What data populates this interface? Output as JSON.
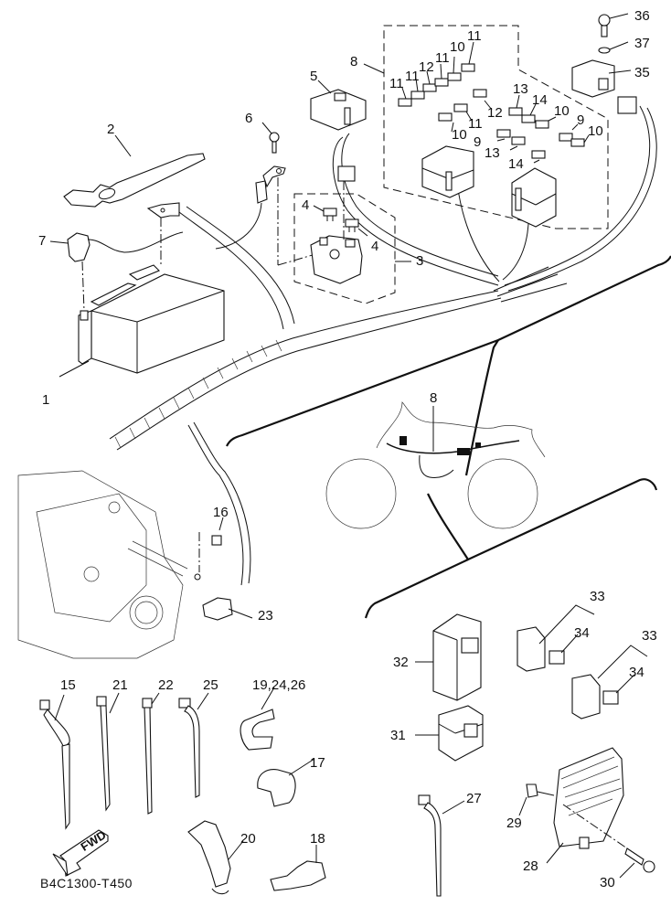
{
  "diagram": {
    "drawing_code": "B4C1300-T450",
    "fwd_arrow_label": "FWD",
    "callouts": [
      {
        "id": "c1",
        "text": "1"
      },
      {
        "id": "c2",
        "text": "2"
      },
      {
        "id": "c3",
        "text": "3"
      },
      {
        "id": "c4a",
        "text": "4"
      },
      {
        "id": "c4b",
        "text": "4"
      },
      {
        "id": "c5",
        "text": "5"
      },
      {
        "id": "c6",
        "text": "6"
      },
      {
        "id": "c7",
        "text": "7"
      },
      {
        "id": "c8a",
        "text": "8"
      },
      {
        "id": "c8b",
        "text": "8"
      },
      {
        "id": "c11a",
        "text": "11"
      },
      {
        "id": "c11b",
        "text": "11"
      },
      {
        "id": "c12a",
        "text": "12"
      },
      {
        "id": "c11c",
        "text": "11"
      },
      {
        "id": "c10a",
        "text": "10"
      },
      {
        "id": "c11d",
        "text": "11"
      },
      {
        "id": "c12b",
        "text": "12"
      },
      {
        "id": "c11e",
        "text": "11"
      },
      {
        "id": "c10b",
        "text": "10"
      },
      {
        "id": "c13a",
        "text": "13"
      },
      {
        "id": "c14a",
        "text": "14"
      },
      {
        "id": "c10c",
        "text": "10"
      },
      {
        "id": "c9a",
        "text": "9"
      },
      {
        "id": "c10d",
        "text": "10"
      },
      {
        "id": "c9b",
        "text": "9"
      },
      {
        "id": "c13b",
        "text": "13"
      },
      {
        "id": "c14b",
        "text": "14"
      },
      {
        "id": "c35",
        "text": "35"
      },
      {
        "id": "c36",
        "text": "36"
      },
      {
        "id": "c37",
        "text": "37"
      },
      {
        "id": "c16",
        "text": "16"
      },
      {
        "id": "c23",
        "text": "23"
      },
      {
        "id": "c15",
        "text": "15"
      },
      {
        "id": "c21",
        "text": "21"
      },
      {
        "id": "c22",
        "text": "22"
      },
      {
        "id": "c25",
        "text": "25"
      },
      {
        "id": "c192426",
        "text": "19,24,26"
      },
      {
        "id": "c17",
        "text": "17"
      },
      {
        "id": "c20",
        "text": "20"
      },
      {
        "id": "c18",
        "text": "18"
      },
      {
        "id": "c32",
        "text": "32"
      },
      {
        "id": "c31",
        "text": "31"
      },
      {
        "id": "c33a",
        "text": "33"
      },
      {
        "id": "c34a",
        "text": "34"
      },
      {
        "id": "c33b",
        "text": "33"
      },
      {
        "id": "c34b",
        "text": "34"
      },
      {
        "id": "c27",
        "text": "27"
      },
      {
        "id": "c29",
        "text": "29"
      },
      {
        "id": "c28",
        "text": "28"
      },
      {
        "id": "c30",
        "text": "30"
      }
    ]
  }
}
